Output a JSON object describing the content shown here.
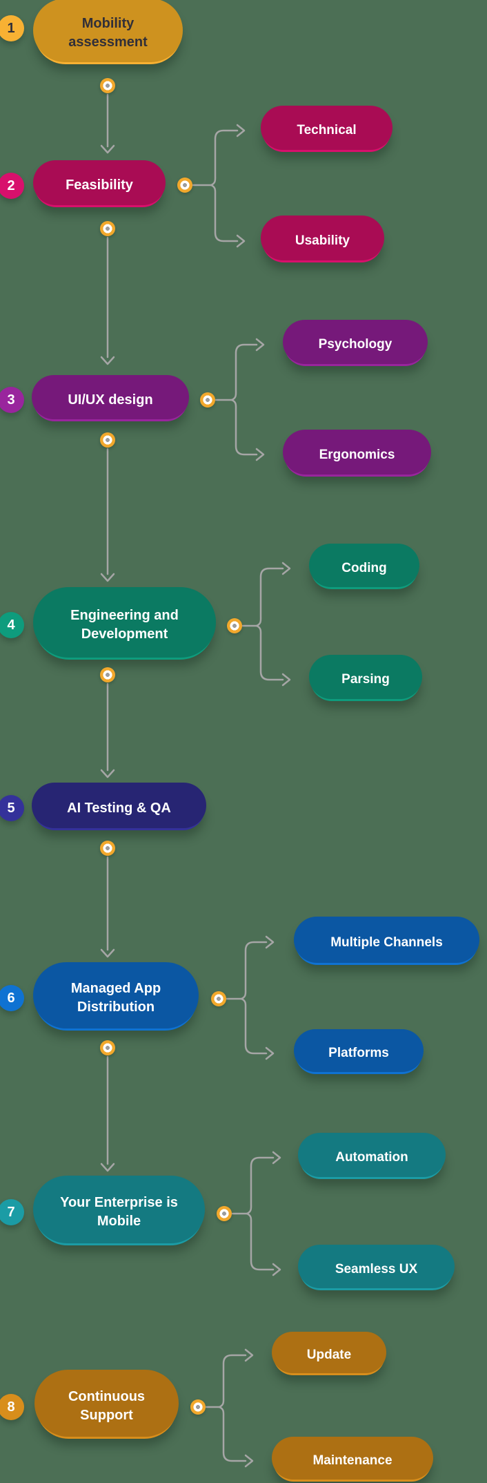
{
  "background_color": "#4C6F55",
  "connector": {
    "line_color": "#A6A6A6",
    "dot_ring_color": "#F2A82C",
    "dot_inner_color": "#FFFFFF",
    "dot_core_color": "#9D9D9D"
  },
  "steps": [
    {
      "number": "1",
      "label": "Mobility assessment",
      "color": "#F8B133",
      "shadow_color": "#CE921F",
      "text_color": "#312F38",
      "children": []
    },
    {
      "number": "2",
      "label": "Feasibility",
      "color": "#D8106C",
      "shadow_color": "#A90C54",
      "text_color": "#FFFFFF",
      "children": [
        {
          "label": "Technical"
        },
        {
          "label": "Usability"
        }
      ]
    },
    {
      "number": "3",
      "label": "UI/UX design",
      "color": "#99259D",
      "shadow_color": "#76197A",
      "text_color": "#FFFFFF",
      "children": [
        {
          "label": "Psychology"
        },
        {
          "label": "Ergonomics"
        }
      ]
    },
    {
      "number": "4",
      "label": "Engineering and Development",
      "color": "#0E9C7D",
      "shadow_color": "#0B7A62",
      "text_color": "#FFFFFF",
      "children": [
        {
          "label": "Coding"
        },
        {
          "label": "Parsing"
        }
      ]
    },
    {
      "number": "5",
      "label": "AI Testing & QA",
      "color": "#34319A",
      "shadow_color": "#272573",
      "text_color": "#FFFFFF",
      "children": []
    },
    {
      "number": "6",
      "label": "Managed App Distribution",
      "color": "#0F72D2",
      "shadow_color": "#0B57A3",
      "text_color": "#FFFFFF",
      "children": [
        {
          "label": "Multiple Channels"
        },
        {
          "label": "Platforms"
        }
      ]
    },
    {
      "number": "7",
      "label": "Your Enterprise is Mobile",
      "color": "#1B9CA5",
      "shadow_color": "#147A81",
      "text_color": "#FFFFFF",
      "children": [
        {
          "label": "Automation"
        },
        {
          "label": "Seamless UX"
        }
      ]
    },
    {
      "number": "8",
      "label": "Continuous Support",
      "color": "#D88E1C",
      "shadow_color": "#AD7013",
      "text_color": "#FFFFFF",
      "children": [
        {
          "label": "Update"
        },
        {
          "label": "Maintenance"
        }
      ]
    }
  ]
}
